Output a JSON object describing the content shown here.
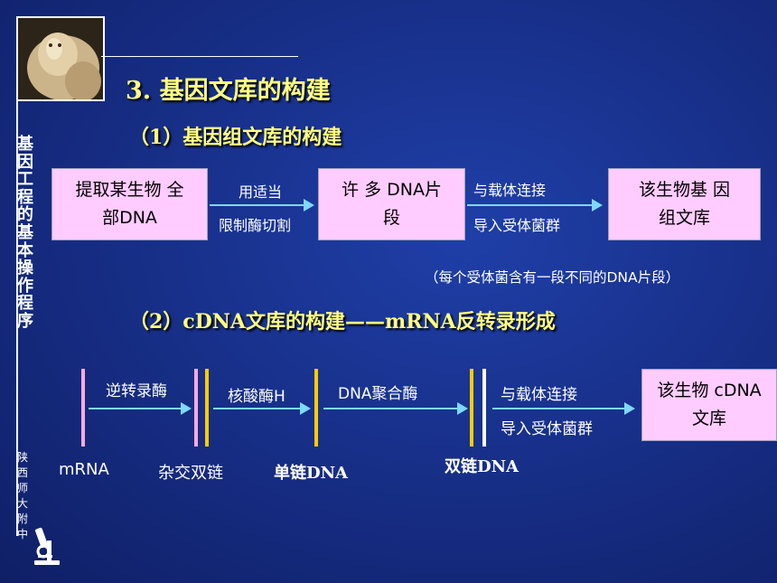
{
  "sidebar": {
    "title": "基因工程的基本操作程序",
    "school": "陕西师大附中"
  },
  "heading": "3. 基因文库的构建",
  "section1": {
    "title": "（1）基因组文库的构建",
    "box1": "提取某生物 全部DNA",
    "arrow1_top": "用适当",
    "arrow1_bottom": "限制酶切割",
    "box2": "许 多 DNA片段",
    "arrow2_top": "与载体连接",
    "arrow2_bottom": "导入受体菌群",
    "box3": "该生物基 因组文库",
    "note": "（每个受体菌含有一段不同的DNA片段）"
  },
  "section2": {
    "title": "（2）cDNA文库的构建——mRNA反转录形成",
    "enzyme1": "逆转录酶",
    "enzyme2": "核酸酶H",
    "enzyme3": "DNA聚合酶",
    "arrow4_top": "与载体连接",
    "arrow4_bottom": "导入受体菌群",
    "box": "该生物 cDNA文库",
    "label_mrna": "mRNA",
    "label_hybrid": "杂交双链",
    "label_single": "单链DNA",
    "label_double": "双链DNA"
  },
  "colors": {
    "background": "#18308a",
    "heading": "#ffff80",
    "box_fill": "#ffccff",
    "arrow": "#7fd8ff",
    "strand_pink": "#ffaadd",
    "strand_gold": "#ffcc00"
  },
  "icons": [
    "sheep-photo",
    "microscope-icon"
  ]
}
